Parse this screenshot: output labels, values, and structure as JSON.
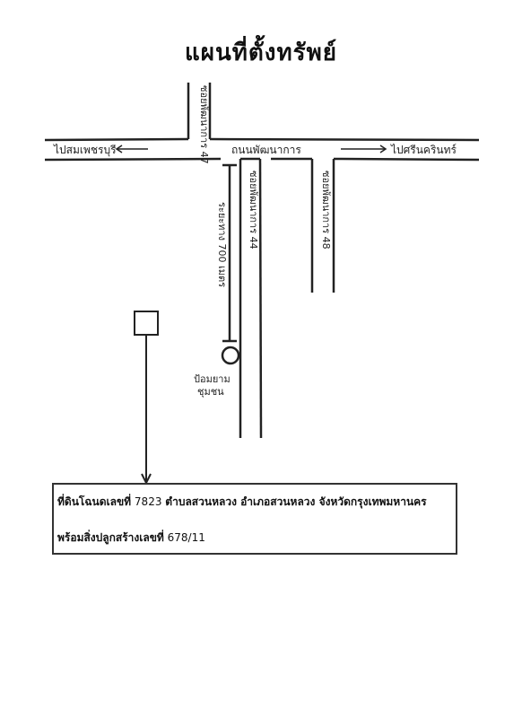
{
  "title": "แผนที่ตั้งทรัพย์",
  "roads": {
    "main_road_label": "ถนนพัฒนาการ",
    "left_direction_label": "ไปสมเพชรบุรี",
    "right_direction_label": "ไปศรีนครินทร์",
    "soi_top_left_label": "ซอยพัฒนาการ 47",
    "soi_middle_label": "ซอยพัฒนาการ 44",
    "soi_right_label": "ซอยพัฒนาการ 48",
    "distance_label": "ระยะทาง 700 เมตร",
    "landmark_label": "ป้อมยาม\nชุมชน"
  },
  "info": {
    "line1_prefix": "ที่ดินโฉนดเลขที่",
    "line1_number": "7823",
    "line1_rest": "ตำบลสวนหลวง อำเภอสวนหลวง จังหวัดกรุงเทพมหานคร",
    "line2_prefix": "พร้อมสิ่งปลูกสร้างเลขที่",
    "line2_number": "678/11"
  }
}
